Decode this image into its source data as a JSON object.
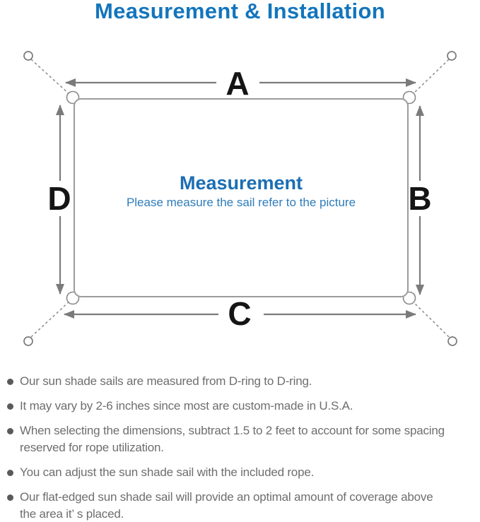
{
  "title": "Measurement & Installation",
  "diagram": {
    "labels": {
      "top": "A",
      "right": "B",
      "bottom": "C",
      "left": "D"
    },
    "center_title": "Measurement",
    "center_subtitle": "Please measure the sail refer to the picture",
    "colors": {
      "title_blue": "#1375BC",
      "center_blue": "#1B6EB2",
      "subtitle_blue": "#2E7CBA",
      "arrow_gray": "#7b7b7b",
      "sail_border_gray": "#9c9c9c",
      "note_text_gray": "#6e6e6e"
    }
  },
  "notes": {
    "items": [
      [
        "Our sun shade sails are measured from D-ring to D-ring."
      ],
      [
        "It may vary by 2-6 inches since most are custom-made in U.S.A."
      ],
      [
        "When selecting the dimensions, subtract 1.5 to 2 feet to account for some spacing",
        "reserved for rope utilization."
      ],
      [
        "You can adjust the sun shade sail with the included rope."
      ],
      [
        "Our flat-edged sun shade sail will provide an optimal amount of coverage above",
        "the area it’ s placed."
      ]
    ]
  }
}
